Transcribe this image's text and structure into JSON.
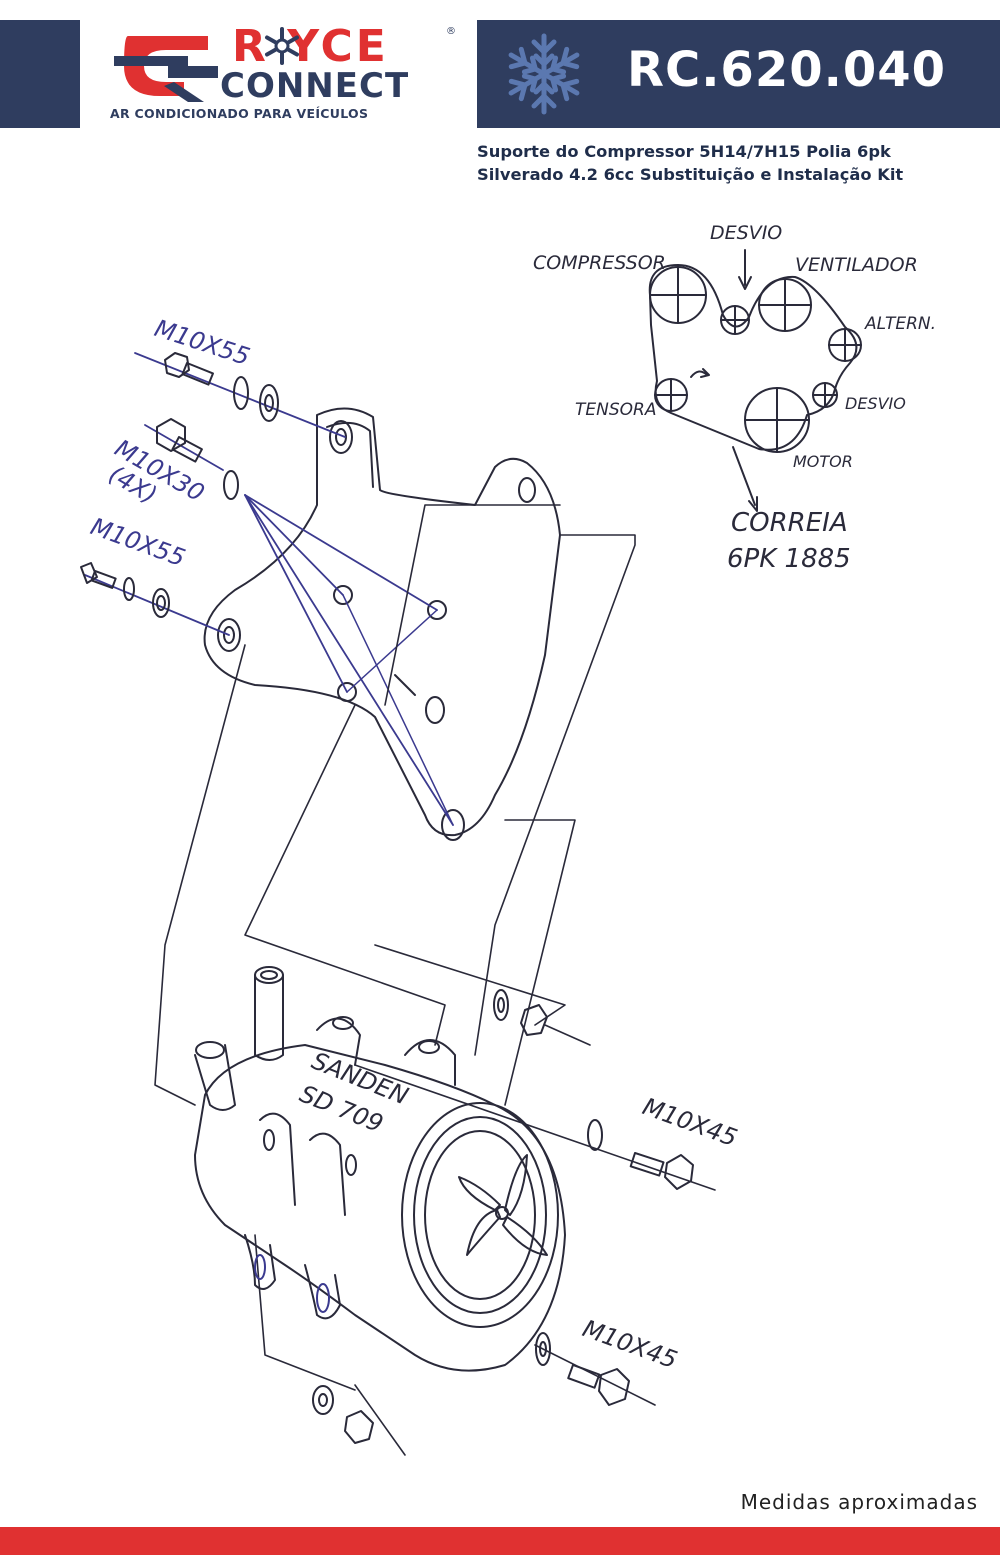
{
  "header": {
    "brand_top": "R  YCE",
    "brand_bottom": "CONNECT",
    "tagline": "AR CONDICIONADO PARA VEÍCULOS",
    "registered": "®",
    "product_code": "RC.620.040",
    "snowflake_icon": "snowflake-icon"
  },
  "description": {
    "line1": "Suporte do Compressor 5H14/7H15 Polia 6pk",
    "line2": "Silverado 4.2 6cc Substituição e Instalação Kit"
  },
  "belt_diagram": {
    "compressor": "COMPRESSOR",
    "desvio_top": "DESVIO",
    "ventilador": "VENTILADOR",
    "alternador": "ALTERN.",
    "tensora": "TENSORA",
    "desvio_bottom": "DESVIO",
    "motor": "MOTOR",
    "correia": "CORREIA",
    "correia_spec": "6PK 1885"
  },
  "parts": {
    "bolt_top": "M10X55",
    "bolt_mid": "M10X30",
    "bolt_mid_qty": "(4X)",
    "bolt_lower": "M10X55",
    "compressor_brand": "SANDEN",
    "compressor_model": "SD 709",
    "bolt_right_1": "M10X45",
    "bolt_right_2": "M10X45"
  },
  "footer": {
    "note": "Medidas aproximadas"
  },
  "colors": {
    "navy": "#2f3d5f",
    "red": "#e03131",
    "ink": "#2a2a3a",
    "blue_ink": "#3b3a8f"
  }
}
